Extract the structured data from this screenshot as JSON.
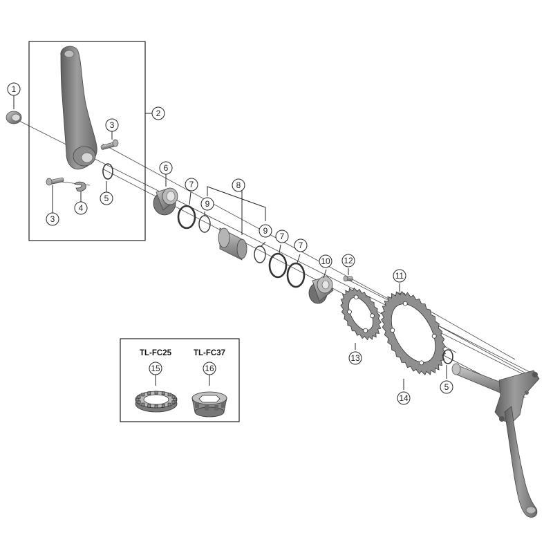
{
  "diagram": {
    "callouts": {
      "c1": "1",
      "c2": "2",
      "c3a": "3",
      "c3b": "3",
      "c4": "4",
      "c5a": "5",
      "c5b": "5",
      "c6": "6",
      "c7a": "7",
      "c7b": "7",
      "c7c": "7",
      "c8": "8",
      "c9a": "9",
      "c9b": "9",
      "c10": "10",
      "c11": "11",
      "c12": "12",
      "c13": "13",
      "c14": "14",
      "c15": "15",
      "c16": "16"
    },
    "tools": {
      "tool_a": "TL-FC25",
      "tool_b": "TL-FC37"
    },
    "colors": {
      "part_dark": "#6f6f6f",
      "part_mid": "#9a9a9a",
      "part_light": "#c8c8c8",
      "line": "#333333"
    }
  }
}
